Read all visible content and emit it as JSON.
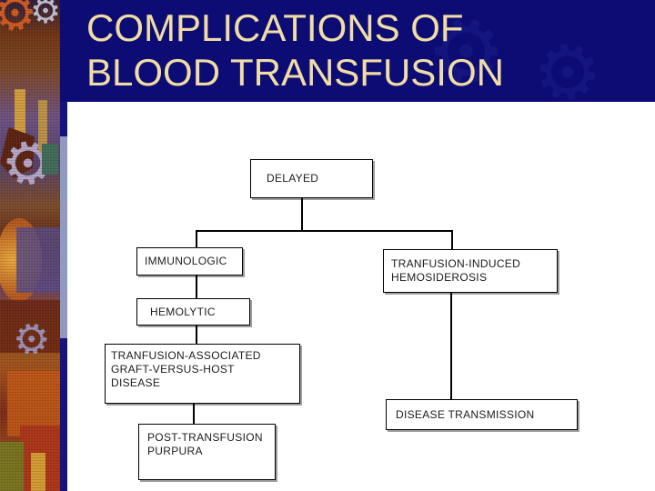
{
  "slide": {
    "title": {
      "line1": "COMPLICATIONS OF",
      "line2": "BLOOD TRANSFUSION"
    },
    "colors": {
      "title_band": "#0c0c74",
      "title_text": "#f0dda6",
      "accent_strip_light": "#8e9abf",
      "accent_strip_dark": "#14147e",
      "node_fill": "#ffffff",
      "node_border": "#000000",
      "connector": "#000000"
    }
  },
  "icons": {
    "gear": "⚙"
  },
  "diagram": {
    "nodes": {
      "delayed": {
        "lines": [
          "DELAYED"
        ]
      },
      "immunologic": {
        "lines": [
          "IMMUNOLOGIC"
        ]
      },
      "hemolytic": {
        "lines": [
          "HEMOLYTIC"
        ]
      },
      "tagvhd": {
        "lines": [
          "TRANFUSION-ASSOCIATED",
          "GRAFT-VERSUS-HOST",
          "DISEASE"
        ]
      },
      "ptp": {
        "lines": [
          "POST-TRANSFUSION",
          "PURPURA"
        ]
      },
      "tih": {
        "lines": [
          "TRANFUSION-INDUCED",
          "HEMOSIDEROSIS"
        ]
      },
      "dt": {
        "lines": [
          "DISEASE TRANSMISSION"
        ]
      }
    }
  }
}
